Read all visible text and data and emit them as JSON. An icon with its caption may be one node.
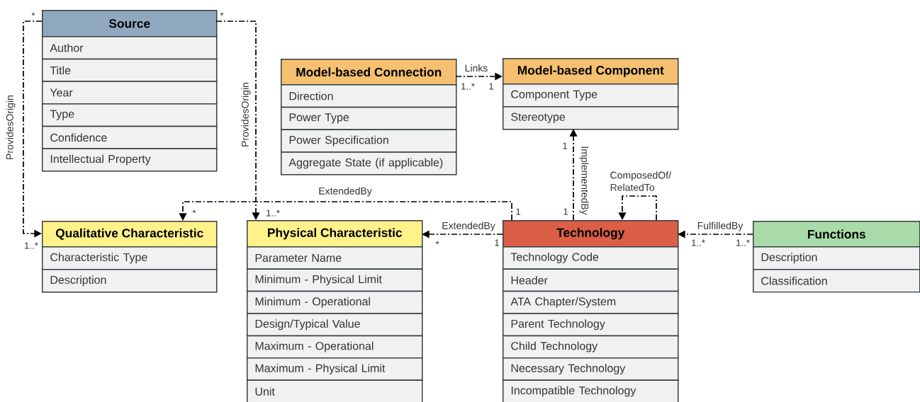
{
  "diagram": {
    "nodes": [
      {
        "text": [
          "Source",
          "Author",
          "Title",
          "Year",
          "Type",
          "Confidence",
          "Intellectual Property"
        ]
      },
      {
        "text": [
          "Model-based Connection",
          "Direction",
          "Power Type",
          "Power Specification",
          "Aggregate State (if applicable)"
        ]
      },
      {
        "text": [
          "Model-based Component",
          "Component Type",
          "Stereotype"
        ]
      },
      {
        "text": [
          "Qualitative Characteristic",
          "Characteristic Type",
          "Description"
        ]
      },
      {
        "text": [
          "Physical Characteristic",
          "Parameter Name",
          "Minimum - Physical Limit",
          "Minimum - Operational",
          "Design/Typical Value",
          "Maximum - Operational",
          "Maximum - Physical Limit",
          "Unit"
        ]
      },
      {
        "text": [
          "Technology",
          "Technology Code",
          "Header",
          "ATA Chapter/System",
          "Parent Technology",
          "Child Technology",
          "Necessary Technology",
          "Incompatible Technology"
        ]
      },
      {
        "text": [
          "Functions",
          "Description",
          "Classification"
        ]
      }
    ],
    "edges": [
      {
        "from": 0,
        "to": 3,
        "arrow": "to",
        "label": "ProvidesOrigin",
        "style": "dashed"
      },
      {
        "from": 0,
        "to": 4,
        "arrow": "to",
        "label": "ProvidesOrigin",
        "style": "dashed"
      },
      {
        "from": 5,
        "to": 3,
        "arrow": "to",
        "label": "ExtendedBy",
        "style": "dashed"
      },
      {
        "from": 5,
        "to": 4,
        "arrow": "to",
        "label": "ExtendedBy",
        "style": "dashed"
      },
      {
        "from": 1,
        "to": 2,
        "arrow": "to",
        "label": "Links",
        "style": "dashed"
      },
      {
        "from": 5,
        "to": 2,
        "arrow": "to",
        "label": "ImplementedBy",
        "style": "dashed"
      },
      {
        "from": 5,
        "to": 5,
        "arrow": "to",
        "label": "ComposedOf/ RelatedTo",
        "style": "dashed"
      },
      {
        "from": 6,
        "to": 5,
        "arrow": "to",
        "label": "FulfilledBy",
        "style": "dashed"
      }
    ],
    "labels": [
      "*",
      "*",
      "1..*",
      "1",
      "1",
      "*",
      "1..*",
      "1",
      "1",
      "1..*",
      "*",
      "1",
      "1..*",
      "1..*"
    ]
  }
}
